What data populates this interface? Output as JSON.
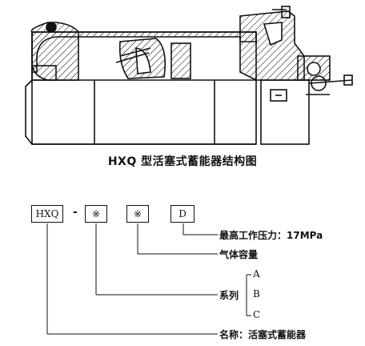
{
  "figure": {
    "caption": "HXQ 型活塞式蓄能器结构图"
  },
  "code": {
    "prefix": "HXQ",
    "separator": "-",
    "field1": "※",
    "field2": "※",
    "field3": "D"
  },
  "annotations": {
    "pressure": "最高工作压力：17MPa",
    "volume": "气体容量",
    "series": "系列",
    "name": "名称：活塞式蓄能器"
  },
  "series_options": [
    "A",
    "B",
    "C"
  ]
}
